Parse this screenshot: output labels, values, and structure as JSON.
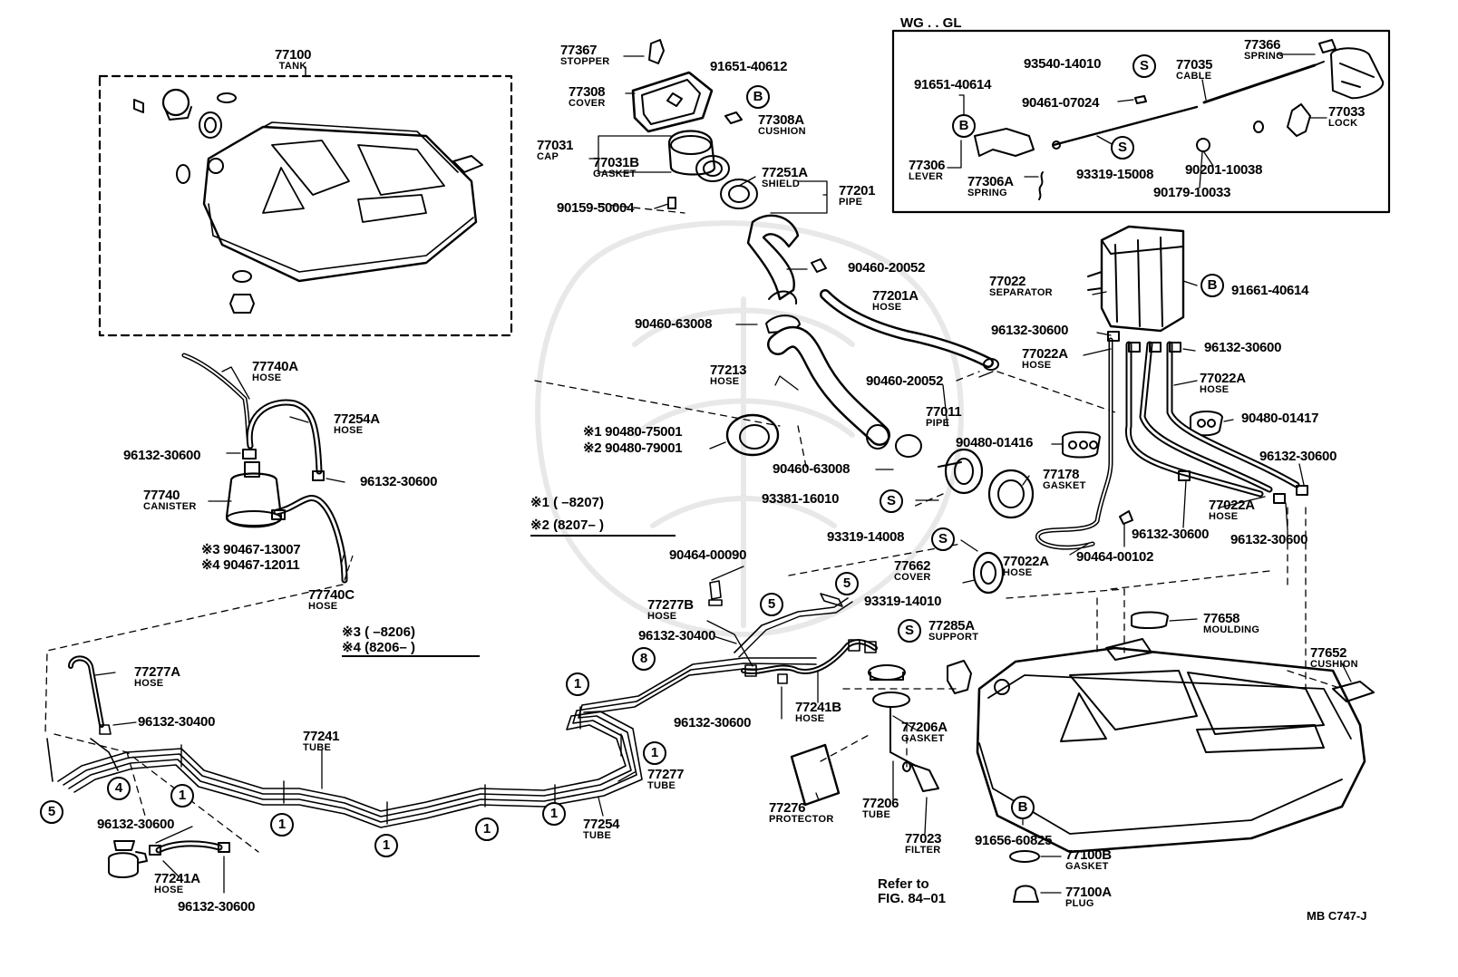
{
  "diagram_code": "MB C747-J",
  "inset": {
    "title": "WG . . GL"
  },
  "reference": {
    "line1": "Refer to",
    "line2": "FIG. 84–01"
  },
  "notes": {
    "n1": "※1 (      –8207)",
    "n2": "※2 (8207–       )",
    "n3": "※3 (      –8206)",
    "n4": "※4 (8206–       )"
  },
  "circle_markers": [
    "1",
    "4",
    "5",
    "8",
    "B",
    "S"
  ],
  "parts": [
    {
      "number": "77100",
      "name": "TANK"
    },
    {
      "number": "77740A",
      "name": "HOSE"
    },
    {
      "number": "77254A",
      "name": "HOSE"
    },
    {
      "number": "96132-30600",
      "name": ""
    },
    {
      "number": "96132-30600",
      "name": ""
    },
    {
      "number": "77740",
      "name": "CANISTER"
    },
    {
      "number": "※3 90467-13007",
      "name": ""
    },
    {
      "number": "※4 90467-12011",
      "name": ""
    },
    {
      "number": "77740C",
      "name": "HOSE"
    },
    {
      "number": "77367",
      "name": "STOPPER"
    },
    {
      "number": "91651-40612",
      "name": ""
    },
    {
      "number": "77308",
      "name": "COVER"
    },
    {
      "number": "77308A",
      "name": "CUSHION"
    },
    {
      "number": "77031",
      "name": "CAP"
    },
    {
      "number": "77031B",
      "name": "GASKET"
    },
    {
      "number": "77251A",
      "name": "SHIELD"
    },
    {
      "number": "77201",
      "name": "PIPE"
    },
    {
      "number": "90159-50004",
      "name": ""
    },
    {
      "number": "90460-20052",
      "name": ""
    },
    {
      "number": "77201A",
      "name": "HOSE"
    },
    {
      "number": "90460-63008",
      "name": ""
    },
    {
      "number": "77213",
      "name": "HOSE"
    },
    {
      "number": "90460-20052",
      "name": ""
    },
    {
      "number": "※1 90480-75001",
      "name": ""
    },
    {
      "number": "※2 90480-79001",
      "name": ""
    },
    {
      "number": "77011",
      "name": "PIPE"
    },
    {
      "number": "90480-01416",
      "name": ""
    },
    {
      "number": "90460-63008",
      "name": ""
    },
    {
      "number": "77178",
      "name": "GASKET"
    },
    {
      "number": "93381-16010",
      "name": ""
    },
    {
      "number": "93319-14008",
      "name": ""
    },
    {
      "number": "77662",
      "name": "COVER"
    },
    {
      "number": "93319-14010",
      "name": ""
    },
    {
      "number": "77285A",
      "name": "SUPPORT"
    },
    {
      "number": "90464-00090",
      "name": ""
    },
    {
      "number": "77277B",
      "name": "HOSE"
    },
    {
      "number": "96132-30400",
      "name": ""
    },
    {
      "number": "96132-30600",
      "name": ""
    },
    {
      "number": "77241B",
      "name": "HOSE"
    },
    {
      "number": "77206A",
      "name": "GASKET"
    },
    {
      "number": "77206",
      "name": "TUBE"
    },
    {
      "number": "77023",
      "name": "FILTER"
    },
    {
      "number": "77276",
      "name": "PROTECTOR"
    },
    {
      "number": "77277A",
      "name": "HOSE"
    },
    {
      "number": "96132-30400",
      "name": ""
    },
    {
      "number": "77241",
      "name": "TUBE"
    },
    {
      "number": "77277",
      "name": "TUBE"
    },
    {
      "number": "77254",
      "name": "TUBE"
    },
    {
      "number": "96132-30600",
      "name": ""
    },
    {
      "number": "77241A",
      "name": "HOSE"
    },
    {
      "number": "96132-30600",
      "name": ""
    },
    {
      "number": "93540-14010",
      "name": ""
    },
    {
      "number": "77366",
      "name": "SPRING"
    },
    {
      "number": "77035",
      "name": "CABLE"
    },
    {
      "number": "91651-40614",
      "name": ""
    },
    {
      "number": "90461-07024",
      "name": ""
    },
    {
      "number": "77033",
      "name": "LOCK"
    },
    {
      "number": "77306",
      "name": "LEVER"
    },
    {
      "number": "77306A",
      "name": "SPRING"
    },
    {
      "number": "93319-15008",
      "name": ""
    },
    {
      "number": "90201-10038",
      "name": ""
    },
    {
      "number": "90179-10033",
      "name": ""
    },
    {
      "number": "77022",
      "name": "SEPARATOR"
    },
    {
      "number": "91661-40614",
      "name": ""
    },
    {
      "number": "96132-30600",
      "name": ""
    },
    {
      "number": "96132-30600",
      "name": ""
    },
    {
      "number": "77022A",
      "name": "HOSE"
    },
    {
      "number": "77022A",
      "name": "HOSE"
    },
    {
      "number": "90480-01417",
      "name": ""
    },
    {
      "number": "96132-30600",
      "name": ""
    },
    {
      "number": "77022A",
      "name": "HOSE"
    },
    {
      "number": "96132-30600",
      "name": ""
    },
    {
      "number": "96132-30600",
      "name": ""
    },
    {
      "number": "77022A",
      "name": "HOSE"
    },
    {
      "number": "90464-00102",
      "name": ""
    },
    {
      "number": "77658",
      "name": "MOULDING"
    },
    {
      "number": "77652",
      "name": "CUSHION"
    },
    {
      "number": "91656-60825",
      "name": ""
    },
    {
      "number": "77100B",
      "name": "GASKET"
    },
    {
      "number": "77100A",
      "name": "PLUG"
    }
  ]
}
